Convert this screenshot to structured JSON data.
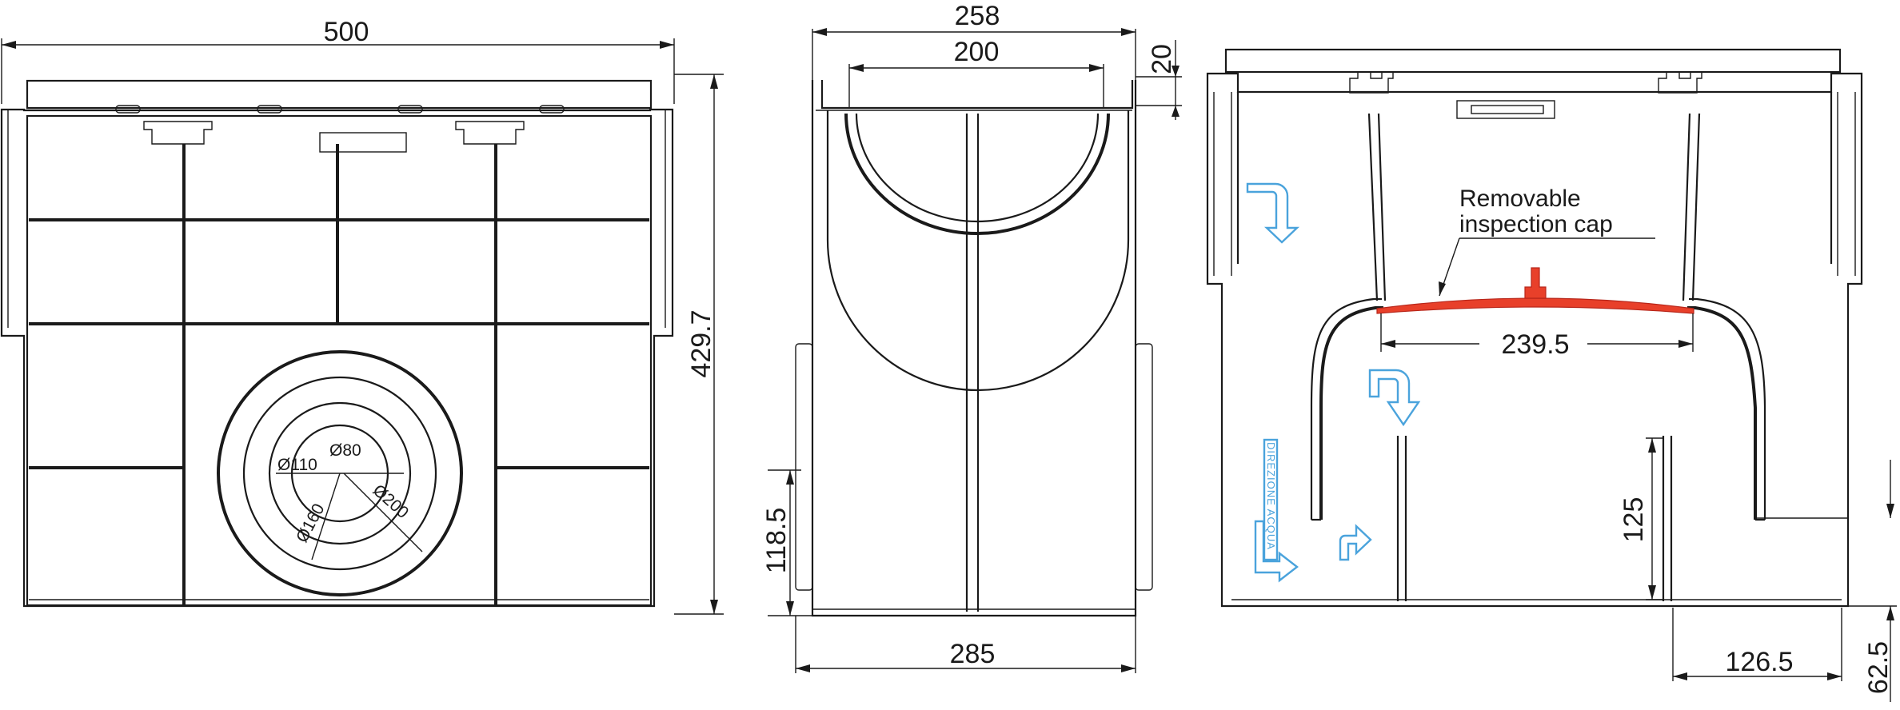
{
  "dimensions": {
    "front": {
      "width": "500",
      "height": "429.7",
      "dia_110": "Ø110",
      "dia_80": "Ø80",
      "dia_160": "Ø160",
      "dia_200": "Ø200"
    },
    "side": {
      "top_width": "258",
      "inner_width": "200",
      "rim": "20",
      "outlet_height": "118.5",
      "bottom_width": "285"
    },
    "section": {
      "cap_width": "239.5",
      "weir_height": "125",
      "outlet_offset": "126.5",
      "outlet_height": "62.5"
    }
  },
  "annotations": {
    "cap_label_line1": "Removable",
    "cap_label_line2": "inspection cap",
    "flow_direction": "DIREZIONE ACQUA"
  },
  "colors": {
    "line": "#1a1a1a",
    "flow_arrow": "#4aa3dc",
    "inspection_cap": "#e8402a"
  }
}
